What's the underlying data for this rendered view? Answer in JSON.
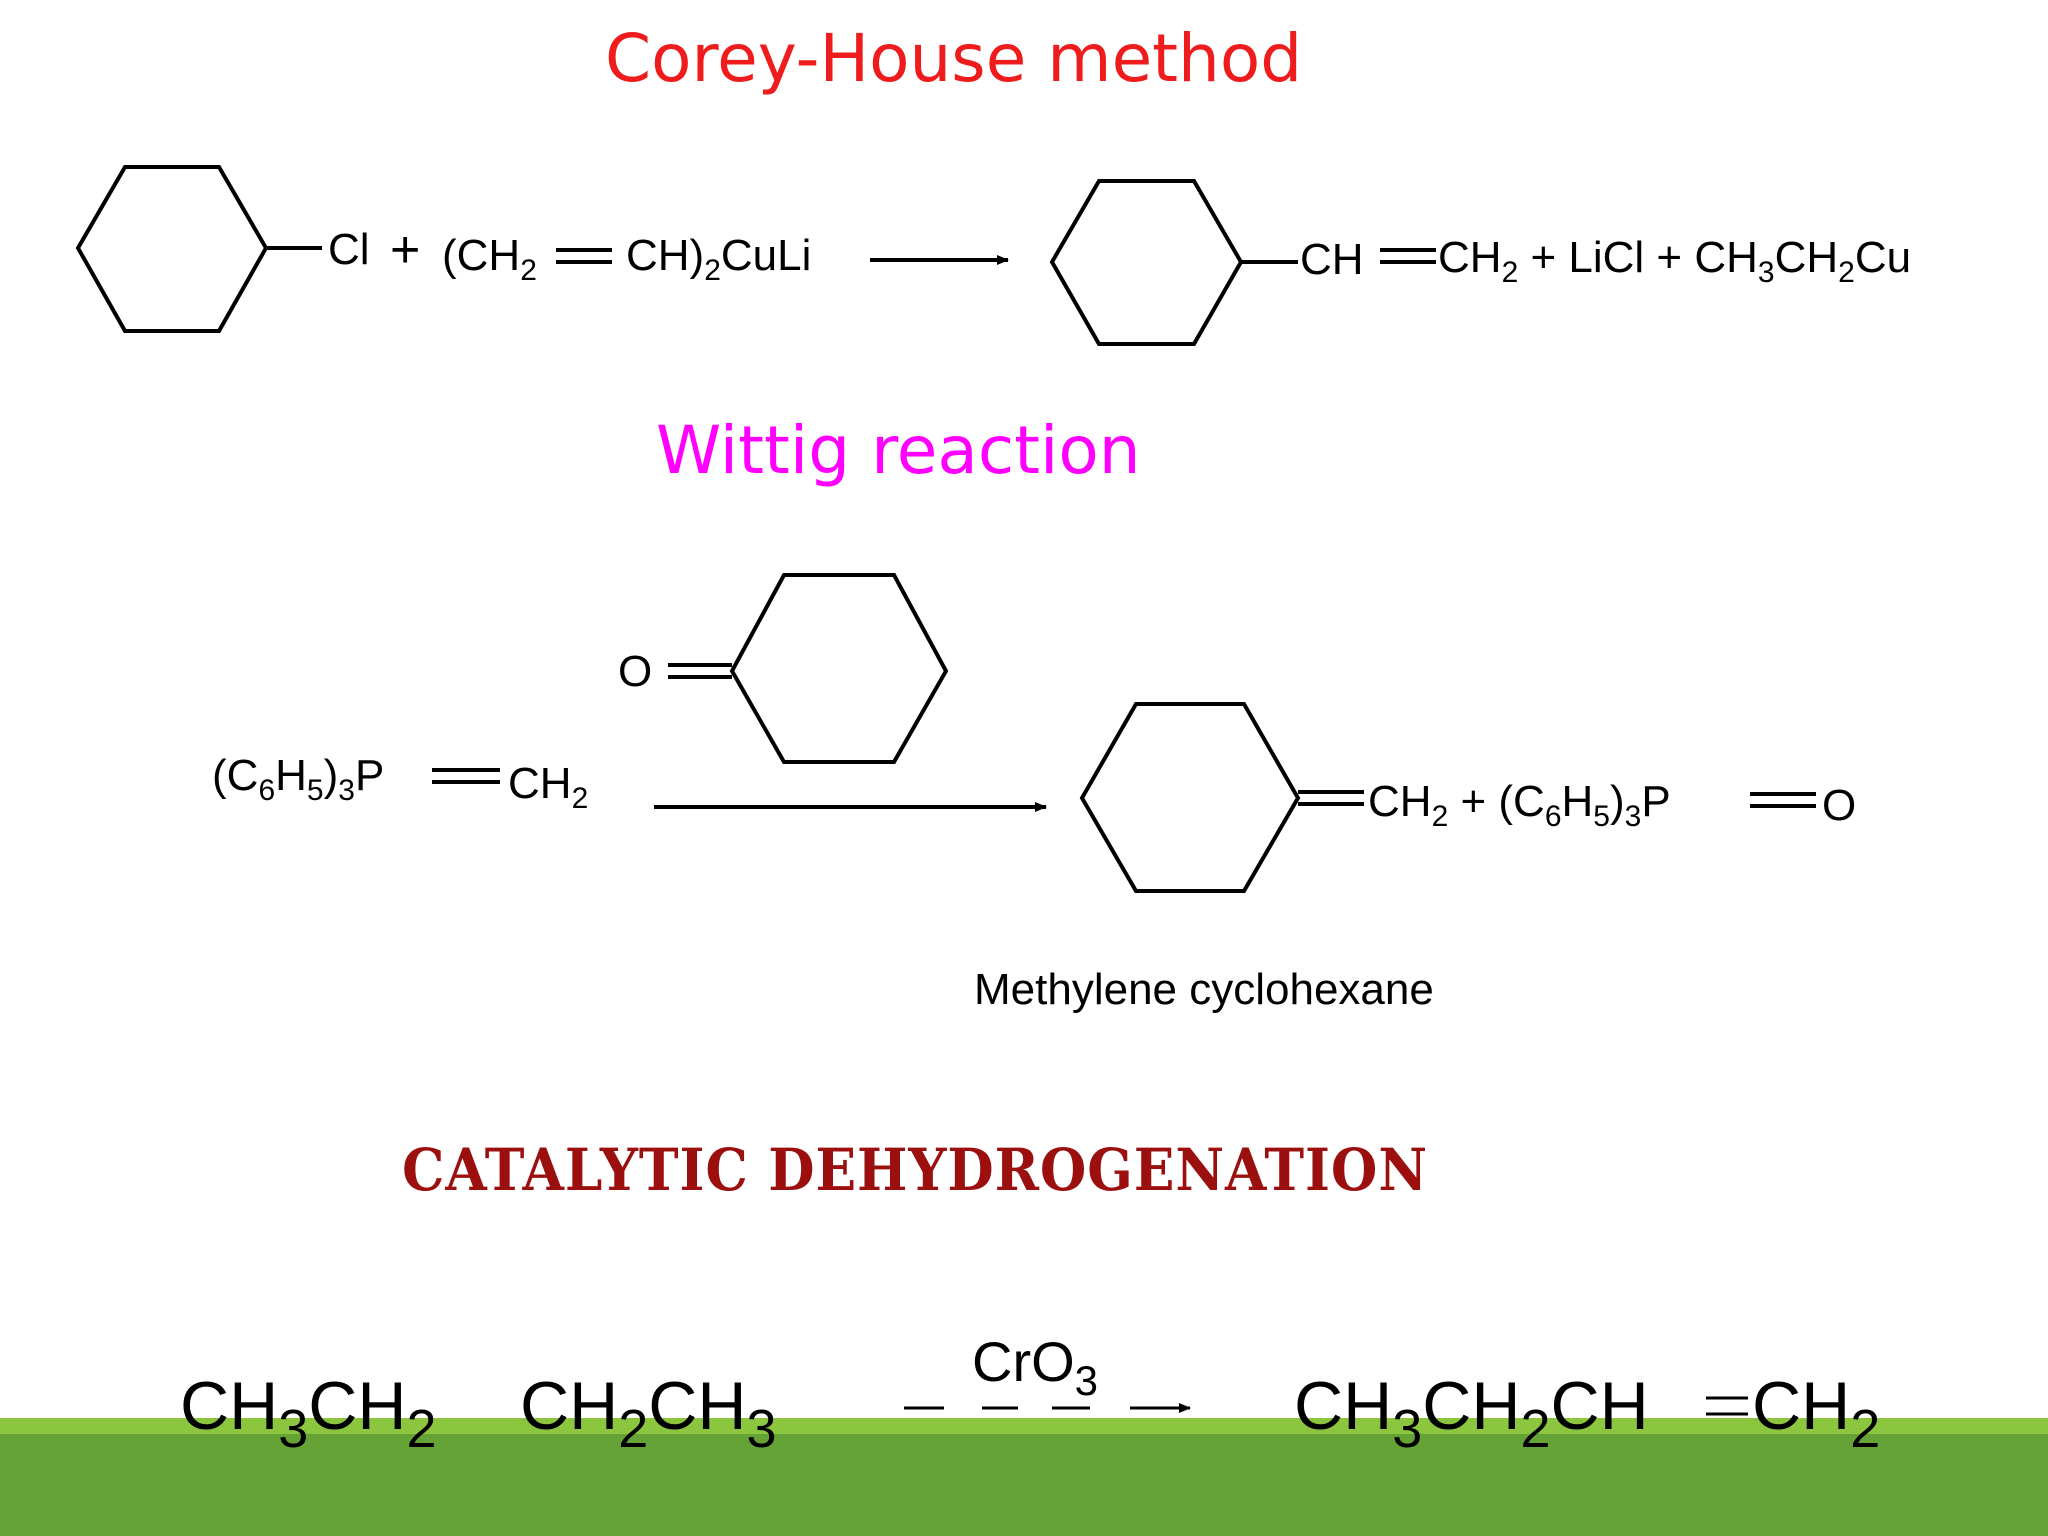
{
  "colors": {
    "corey_title": "#ee1c1c",
    "wittig_title": "#ff00ff",
    "dehydro_title": "#9c0f0f",
    "ground_light": "#8cc63f",
    "ground_dark": "#66a336"
  },
  "corey": {
    "title": "Corey-House method",
    "reactant_substituent": "Cl",
    "plus": "+",
    "reagent_open": "(CH",
    "reagent_sub1": "2",
    "reagent_ch": "CH)",
    "reagent_sub2": "2",
    "reagent_tail": "CuLi",
    "product_ch": "CH",
    "product_ch2": "CH",
    "product_ch2_sub": "2",
    "byproducts_lead": " + LiCl + CH",
    "byproducts_sub1": "3",
    "byproducts_mid": "CH",
    "byproducts_sub2": "2",
    "byproducts_tail": "Cu"
  },
  "wittig": {
    "title": "Wittig reaction",
    "ketone_o": "O",
    "ylide_open": "(C",
    "ylide_sub6": "6",
    "ylide_h": "H",
    "ylide_sub5": "5",
    "ylide_close": ")",
    "ylide_sub3": "3",
    "ylide_p": "P",
    "ylide_ch": "CH",
    "ylide_ch_sub": "2",
    "product_ch": "CH",
    "product_ch_sub": "2",
    "by_open": " + (C",
    "by_sub6": "6",
    "by_h": "H",
    "by_sub5": "5",
    "by_close": ")",
    "by_sub3": "3",
    "by_p": "P",
    "by_o": "O",
    "product_name": "Methylene cyclohexane"
  },
  "dehydro": {
    "title": "CATALYTIC DEHYDROGENATION",
    "r1_ch": "CH",
    "r1_sub3": "3",
    "r1_ch2": "CH",
    "r1_sub2": "2",
    "r2_ch": "CH",
    "r2_sub2": "2",
    "r2_ch3": "CH",
    "r2_sub3": "3",
    "catalyst": "CrO",
    "catalyst_sub": "3",
    "p_ch": "CH",
    "p_sub3": "3",
    "p_ch2": "CH",
    "p_sub2": "2",
    "p_ch_c": "CH",
    "p_ch2b": "CH",
    "p_sub2b": "2"
  }
}
